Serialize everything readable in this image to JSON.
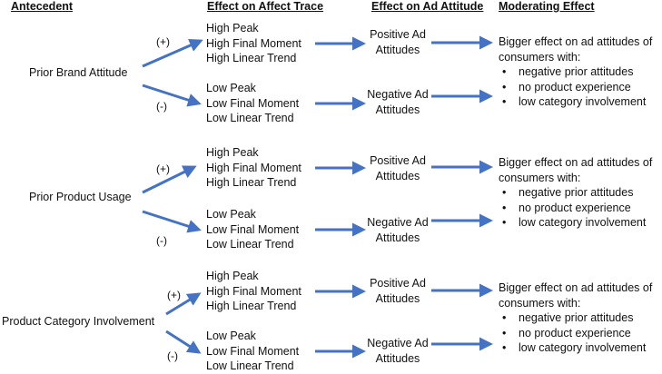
{
  "headers": {
    "antecedent": "Antecedent",
    "affect_trace": "Effect on Affect Trace",
    "ad_attitude": "Effect on Ad Attitude",
    "moderating": "Moderating Effect"
  },
  "rows": [
    {
      "antecedent": "Prior Brand Attitude",
      "positive": {
        "sign": "(+)",
        "trace": [
          "High Peak",
          "High Final Moment",
          "High Linear Trend"
        ],
        "attitude": [
          "Positive Ad",
          "Attitudes"
        ]
      },
      "negative": {
        "sign": "(-)",
        "trace": [
          "Low Peak",
          "Low Final Moment",
          "Low Linear Trend"
        ],
        "attitude": [
          "Negative Ad",
          "Attitudes"
        ]
      },
      "moderating": {
        "intro": [
          "Bigger effect on ad attitudes of",
          "consumers with:"
        ],
        "bullets": [
          "negative prior attitudes",
          "no product experience",
          "low category involvement"
        ]
      }
    },
    {
      "antecedent": "Prior Product Usage",
      "positive": {
        "sign": "(+)",
        "trace": [
          "High Peak",
          "High Final Moment",
          "High Linear Trend"
        ],
        "attitude": [
          "Positive Ad",
          "Attitudes"
        ]
      },
      "negative": {
        "sign": "(-)",
        "trace": [
          "Low Peak",
          "Low Final Moment",
          "Low Linear Trend"
        ],
        "attitude": [
          "Negative Ad",
          "Attitudes"
        ]
      },
      "moderating": {
        "intro": [
          "Bigger effect on ad attitudes of",
          "consumers with:"
        ],
        "bullets": [
          "negative prior attitudes",
          "no product experience",
          "low category involvement"
        ]
      }
    },
    {
      "antecedent": "Product Category Involvement",
      "positive": {
        "sign": "(+)",
        "trace": [
          "High Peak",
          "High Final Moment",
          "High Linear Trend"
        ],
        "attitude": [
          "Positive Ad",
          "Attitudes"
        ]
      },
      "negative": {
        "sign": "(-)",
        "trace": [
          "Low Peak",
          "Low Final Moment",
          "Low Linear Trend"
        ],
        "attitude": [
          "Negative Ad",
          "Attitudes"
        ]
      },
      "moderating": {
        "intro": [
          "Bigger effect on ad attitudes of",
          "consumers with:"
        ],
        "bullets": [
          "negative prior attitudes",
          "no product experience",
          "low category involvement"
        ]
      }
    }
  ],
  "colors": {
    "arrow": "#4472C4",
    "text": "#111111"
  }
}
